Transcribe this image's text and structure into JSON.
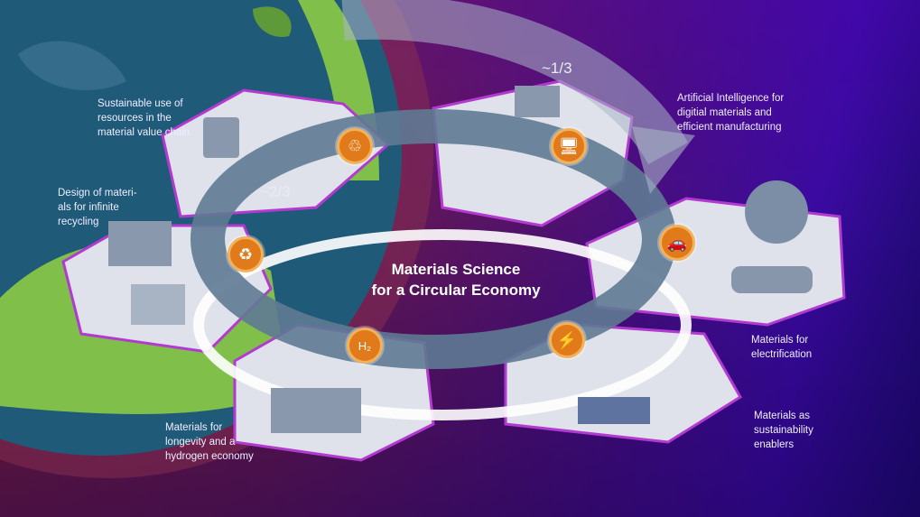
{
  "title": "Materials Science for a Circular Economy",
  "title_lines": [
    "Materials Science",
    "for a Circular Economy"
  ],
  "fractions": {
    "top": "~1/3",
    "left": "~2/3"
  },
  "labels": {
    "resources": "Sustainable use of resources in the material value chain",
    "recycling": "Design of materi-als for infinite recycling",
    "ai": "Artificial Intelligence for digitial materials and efficient manufacturing",
    "electrification": "Materials for electrification",
    "sustainability": "Materials as sustainability enablers",
    "hydrogen": "Materials for longevity and a hydrogen economy"
  },
  "label_lines": {
    "resources": [
      "Sustainable use of",
      "resources in the",
      "material value chain"
    ],
    "recycling": [
      "Design of materi-",
      "als for infinite",
      "recycling"
    ],
    "ai": [
      "Artificial Intelligence for",
      "digitial materials and",
      "efficient manufacturing"
    ],
    "electrification": [
      "Materials for",
      "electrification"
    ],
    "sustainability": [
      "Materials as",
      "sustainability",
      "enablers"
    ],
    "hydrogen": [
      "Materials for",
      "longevity and a",
      "hydrogen economy"
    ]
  },
  "icons": {
    "resources": {
      "name": "resource-cycle-icon",
      "glyph": "♲"
    },
    "ai": {
      "name": "computer-chip-icon",
      "glyph": "🖥"
    },
    "recycling": {
      "name": "recycle-icon",
      "glyph": "♻"
    },
    "electrification": {
      "name": "electric-car-icon",
      "glyph": "🚗"
    },
    "hydrogen": {
      "name": "hydrogen-icon",
      "glyph": "H₂"
    },
    "sustainability": {
      "name": "leaf-bolt-icon",
      "glyph": "⚡"
    }
  },
  "colors": {
    "accent_orange": "#e07a1a",
    "hex_tile": "#dfe2ea",
    "hex_edge": "#b23ad0",
    "ring": "#5f7a94"
  }
}
